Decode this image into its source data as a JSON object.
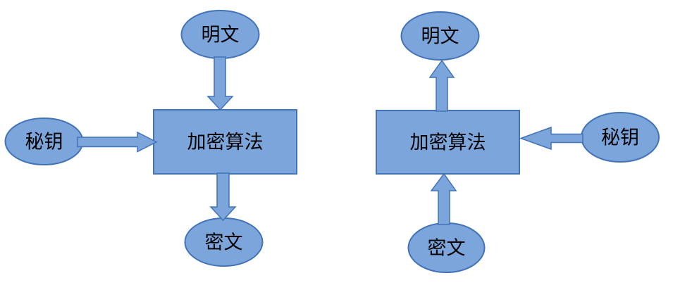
{
  "colors": {
    "background": "#ffffff",
    "shape_fill": "#7ca5db",
    "shape_stroke": "#4273b8",
    "label_text": "#000000"
  },
  "left_flow": {
    "plaintext_label": "明文",
    "algorithm_label": "加密算法",
    "key_label": "秘钥",
    "ciphertext_label": "密文"
  },
  "right_flow": {
    "plaintext_label": "明文",
    "algorithm_label": "加密算法",
    "key_label": "秘钥",
    "ciphertext_label": "密文"
  }
}
